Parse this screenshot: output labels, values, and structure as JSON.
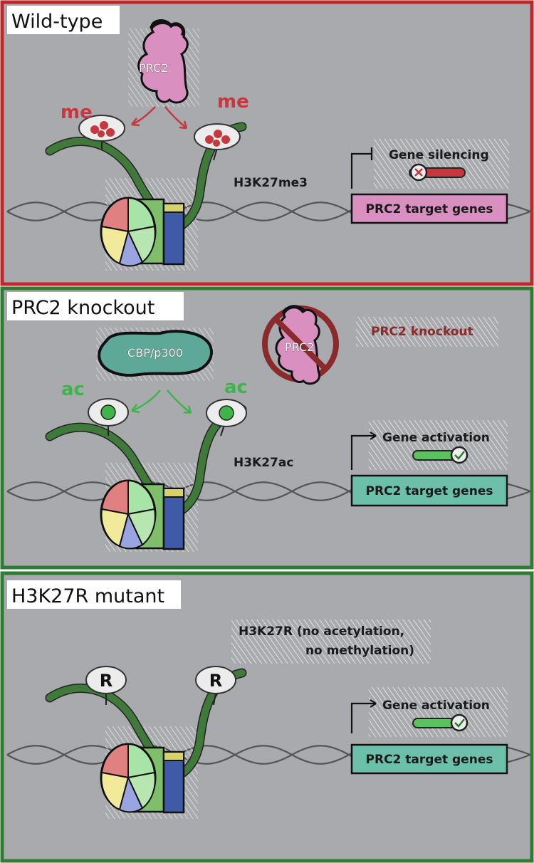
{
  "panels": [
    {
      "title": "Wild-type",
      "mark_left": "me",
      "mark_right": "me",
      "enzyme": "PRC2",
      "histone_label": "H3K27me3",
      "effect_label": "Gene silencing",
      "target_label": "PRC2 target genes"
    },
    {
      "title": "PRC2 knockout",
      "enzyme": "CBP/p300",
      "knockout_enzyme": "PRC2",
      "knockout_label": "PRC2 knockout",
      "mark_left": "ac",
      "mark_right": "ac",
      "histone_label": "H3K27ac",
      "effect_label": "Gene activation",
      "target_label": "PRC2 target genes"
    },
    {
      "title": "H3K27R mutant",
      "mark_left": "R",
      "mark_right": "R",
      "histone_label_line1": "H3K27R (no acetylation,",
      "histone_label_line2": "no methylation)",
      "effect_label": "Gene activation",
      "target_label": "PRC2 target genes"
    }
  ],
  "colors": {
    "panel_bg": "#a8aaad",
    "wild_border": "#c0282d",
    "green_border": "#2e7d32",
    "methyl_red": "#c8373d",
    "acetyl_green": "#3db54a",
    "prc2_pink": "#d98fbf",
    "cbp_teal": "#5ea898",
    "target_pink": "#d98fbf",
    "target_teal": "#6cbfa8",
    "tail_green": "#3f7a3a"
  }
}
